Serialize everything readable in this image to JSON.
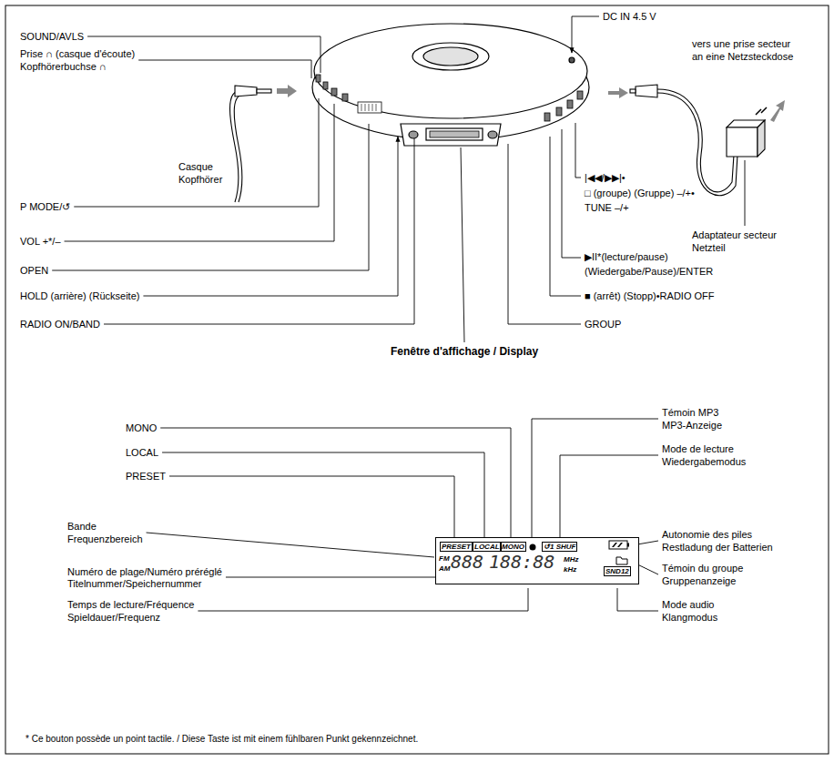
{
  "diagram": {
    "nodes": [
      {
        "text": [
          "PRESET",
          "LOCAL",
          "MONO",
          "↺1 SHUF",
          "FM",
          "AM",
          "888",
          "188:88",
          "MHz",
          "kHz",
          "SND12"
        ]
      }
    ],
    "labels": [
      "SOUND/AVLS",
      "Prise ∩ (casque d'écoute)",
      "Kopfhörerbuchse ∩",
      "Casque",
      "Kopfhörer",
      "P MODE/↺",
      "VOL +*/–",
      "OPEN",
      "HOLD (arrière) (Rückseite)",
      "RADIO ON/BAND",
      "Fenêtre d'affichage / Display",
      "DC IN 4.5 V",
      "vers une prise secteur",
      "an eine Netzsteckdose",
      "Adaptateur secteur",
      "Netzteil",
      "|◀◀/▶▶|•",
      "□ (groupe) (Gruppe) –/+•",
      "TUNE –/+",
      "▶II*(lecture/pause)",
      "(Wiedergabe/Pause)/ENTER",
      "■ (arrêt) (Stopp)•RADIO OFF",
      "GROUP",
      "MONO",
      "LOCAL",
      "PRESET",
      "Bande",
      "Frequenzbereich",
      "Numéro de plage/Numéro préréglé",
      "Titelnummer/Speichernummer",
      "Temps de lecture/Fréquence",
      "Spieldauer/Frequenz",
      "Témoin MP3",
      "MP3-Anzeige",
      "Mode de lecture",
      "Wiedergabemodus",
      "Autonomie des piles",
      "Restladung der Batterien",
      "Témoin du groupe",
      "Gruppenanzeige",
      "Mode audio",
      "Klangmodus",
      "* Ce bouton possède un point tactile. / Diese Taste ist mit einem fühlbaren Punkt gekennzeichnet."
    ]
  }
}
